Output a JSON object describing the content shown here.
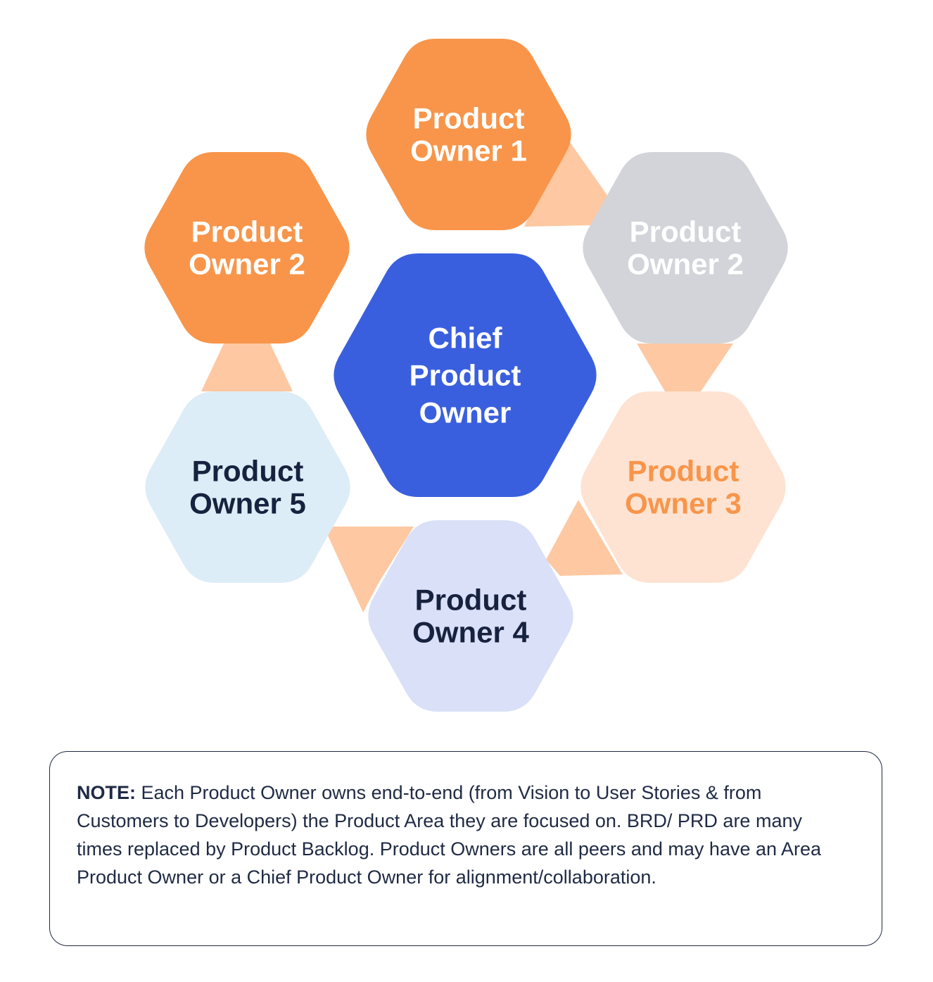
{
  "colors": {
    "orange": "#f8954a",
    "orange_light": "#fdc8a2",
    "peach": "#fee3d2",
    "gray": "#d2d4d9",
    "blue": "#3a5fde",
    "light_blue": "#ddedf7",
    "lavender": "#d9e0f7",
    "navy": "#17223f",
    "white": "#ffffff",
    "connector": "#fdc8a2"
  },
  "diagram": {
    "center": {
      "lines": [
        "Chief",
        "Product",
        "Owner"
      ],
      "fill": "#3a5fde",
      "text_color": "#ffffff"
    },
    "nodes": [
      {
        "name": "product-owner-1",
        "lines": [
          "Product",
          "Owner 1"
        ],
        "fill": "#f8954a",
        "text_color": "#ffffff"
      },
      {
        "name": "product-owner-2-right",
        "lines": [
          "Product",
          "Owner 2"
        ],
        "fill": "#d2d4d9",
        "text_color": "#ffffff"
      },
      {
        "name": "product-owner-3",
        "lines": [
          "Product",
          "Owner 3"
        ],
        "fill": "#fee3d2",
        "text_color": "#f8954a"
      },
      {
        "name": "product-owner-4",
        "lines": [
          "Product",
          "Owner 4"
        ],
        "fill": "#d9e0f7",
        "text_color": "#17223f"
      },
      {
        "name": "product-owner-5",
        "lines": [
          "Product",
          "Owner 5"
        ],
        "fill": "#ddedf7",
        "text_color": "#17223f"
      },
      {
        "name": "product-owner-2-left",
        "lines": [
          "Product",
          "Owner 2"
        ],
        "fill": "#f8954a",
        "text_color": "#ffffff"
      }
    ]
  },
  "note": {
    "label": "NOTE:",
    "text": " Each Product Owner owns end-to-end (from Vision to User Stories & from Customers to Developers) the Product Area they are focused on. BRD/ PRD are many times replaced by Product Backlog. Product Owners are all peers and may have an Area Product Owner or a Chief Product Owner for alignment/collaboration."
  }
}
